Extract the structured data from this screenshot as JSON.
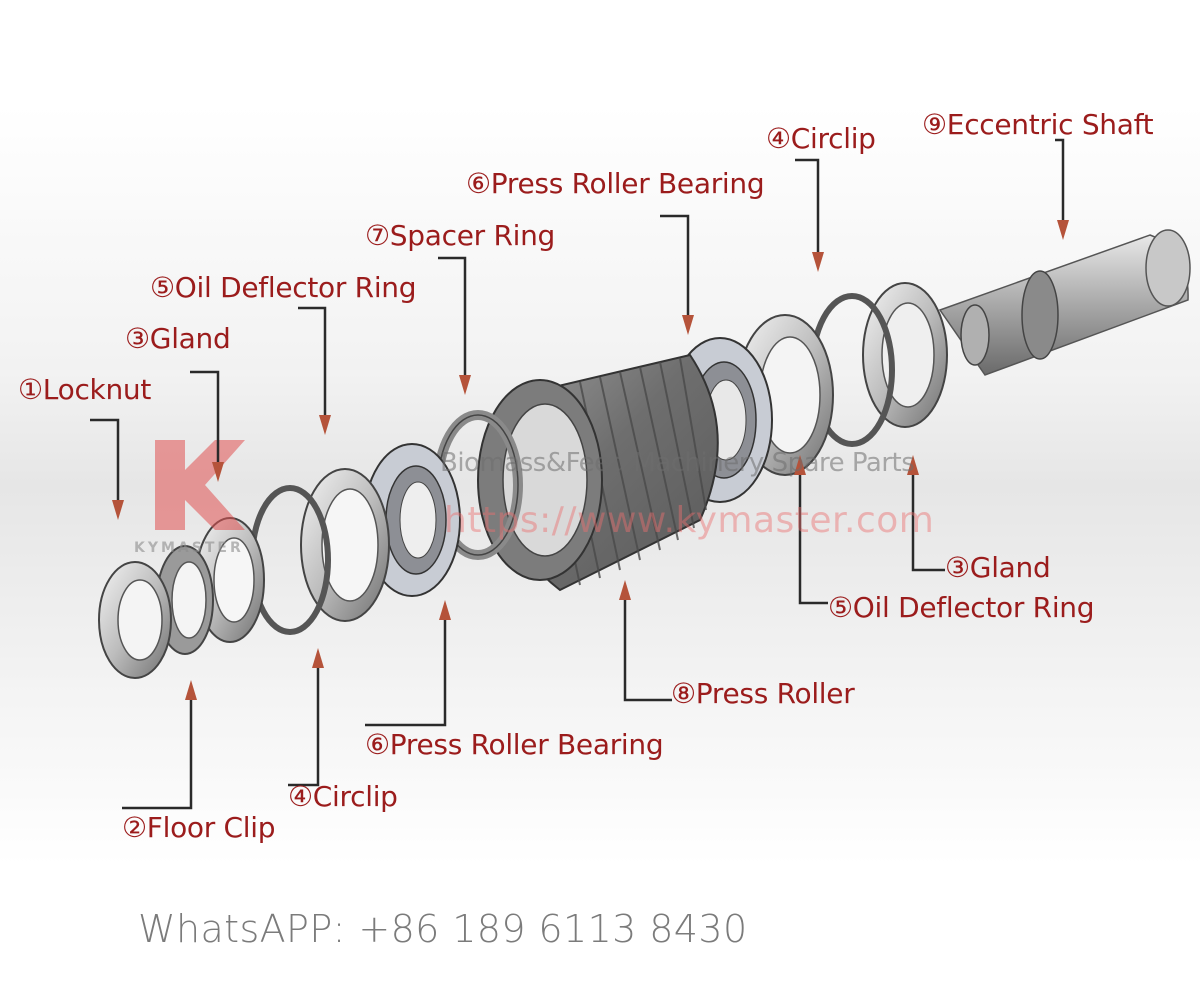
{
  "labels": {
    "locknut": "①Locknut",
    "gland_left": "③Gland",
    "oil_deflector_left": "⑤Oil Deflector Ring",
    "spacer_ring": "⑦Spacer Ring",
    "bearing_top": "⑥Press Roller Bearing",
    "circlip_top": "④Circlip",
    "eccentric_shaft": "⑨Eccentric Shaft",
    "gland_right": "③Gland",
    "oil_deflector_right": "⑤Oil Deflector Ring",
    "press_roller": "⑧Press Roller",
    "bearing_bottom": "⑥Press Roller Bearing",
    "circlip_bottom": "④Circlip",
    "floor_clip": "②Floor Clip"
  },
  "watermark": {
    "tagline": "Biomass&Feed Machinery Spare Parts",
    "url": "https://www.kymaster.com",
    "logo_text": "KYMASTER"
  },
  "contact": "WhatsAPP: +86 189 6113 8430",
  "colors": {
    "label": "#9b1c1c",
    "arrow": "#b5533a",
    "leader": "#2a2a2a",
    "metal_light": "#d8d8d8",
    "metal_dark": "#7a7a7a"
  }
}
